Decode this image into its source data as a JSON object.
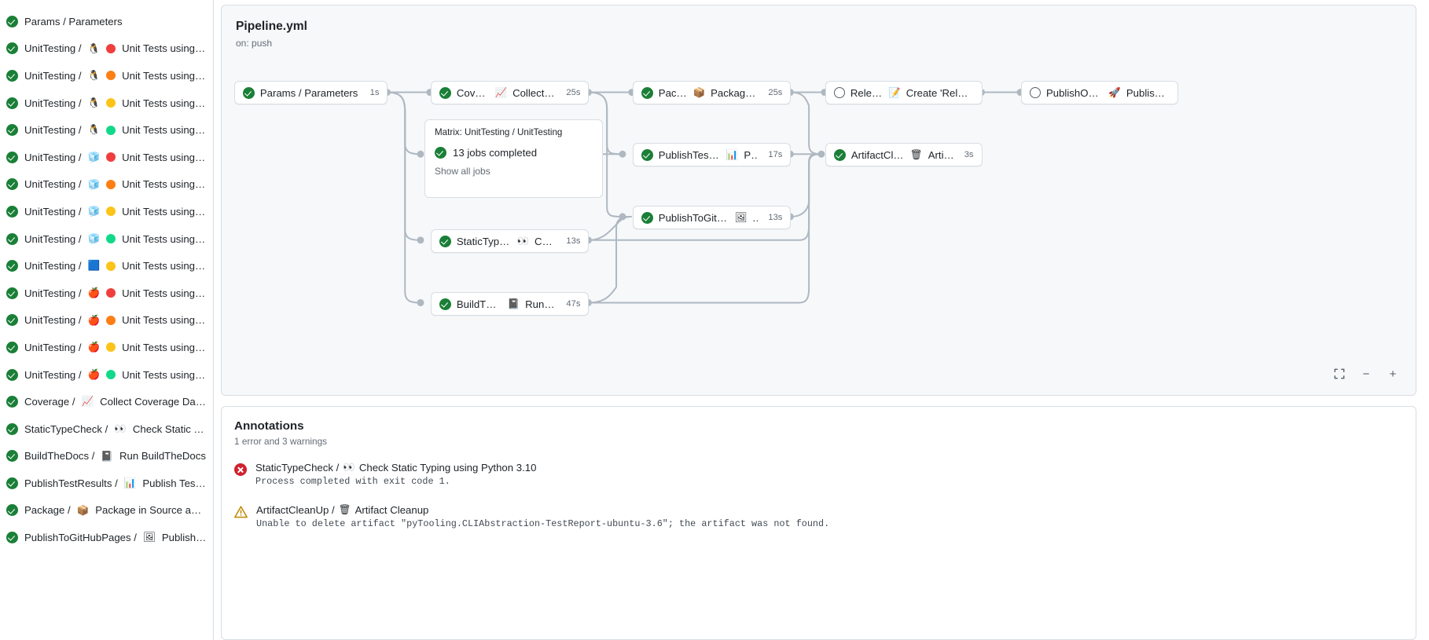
{
  "sidebar": {
    "jobs": [
      {
        "status": "success",
        "prefix": "Params / Parameters",
        "os_icon": "",
        "dot": "",
        "label": ""
      },
      {
        "status": "success",
        "prefix": "UnitTesting /",
        "os_icon": "🐧",
        "dot": "#f03e3e",
        "label": "Unit Tests using Pyth..."
      },
      {
        "status": "success",
        "prefix": "UnitTesting /",
        "os_icon": "🐧",
        "dot": "#fd7e14",
        "label": "Unit Tests using Pyth..."
      },
      {
        "status": "success",
        "prefix": "UnitTesting /",
        "os_icon": "🐧",
        "dot": "#fcc419",
        "label": "Unit Tests using Pyth..."
      },
      {
        "status": "success",
        "prefix": "UnitTesting /",
        "os_icon": "🐧",
        "dot": "#12d98a",
        "label": "Unit Tests using Pyth..."
      },
      {
        "status": "success",
        "prefix": "UnitTesting /",
        "os_icon": "🧊",
        "dot": "#f03e3e",
        "label": "Unit Tests using Pyth..."
      },
      {
        "status": "success",
        "prefix": "UnitTesting /",
        "os_icon": "🧊",
        "dot": "#fd7e14",
        "label": "Unit Tests using Pyth..."
      },
      {
        "status": "success",
        "prefix": "UnitTesting /",
        "os_icon": "🧊",
        "dot": "#fcc419",
        "label": "Unit Tests using Pyth..."
      },
      {
        "status": "success",
        "prefix": "UnitTesting /",
        "os_icon": "🧊",
        "dot": "#12d98a",
        "label": "Unit Tests using Pyth..."
      },
      {
        "status": "success",
        "prefix": "UnitTesting /",
        "os_icon": "🟦",
        "dot": "#fcc419",
        "label": "Unit Tests using Pyth..."
      },
      {
        "status": "success",
        "prefix": "UnitTesting /",
        "os_icon": "🍎",
        "dot": "#f03e3e",
        "label": "Unit Tests using Pyth..."
      },
      {
        "status": "success",
        "prefix": "UnitTesting /",
        "os_icon": "🍎",
        "dot": "#fd7e14",
        "label": "Unit Tests using Pyth..."
      },
      {
        "status": "success",
        "prefix": "UnitTesting /",
        "os_icon": "🍎",
        "dot": "#fcc419",
        "label": "Unit Tests using Pyth..."
      },
      {
        "status": "success",
        "prefix": "UnitTesting /",
        "os_icon": "🍎",
        "dot": "#12d98a",
        "label": "Unit Tests using Pyth..."
      },
      {
        "status": "success",
        "prefix": "Coverage /",
        "os_icon": "📈",
        "dot": "",
        "label": "Collect Coverage Data usi..."
      },
      {
        "status": "success",
        "prefix": "StaticTypeCheck /",
        "os_icon": "👀",
        "dot": "",
        "label": "Check Static Typing..."
      },
      {
        "status": "success",
        "prefix": "BuildTheDocs /",
        "os_icon": "📓",
        "dot": "",
        "label": "Run BuildTheDocs"
      },
      {
        "status": "success",
        "prefix": "PublishTestResults /",
        "os_icon": "📊",
        "dot": "",
        "label": "Publish Test Resu..."
      },
      {
        "status": "success",
        "prefix": "Package /",
        "os_icon": "📦",
        "dot": "",
        "label": "Package in Source and Wh..."
      },
      {
        "status": "success",
        "prefix": "PublishToGitHubPages /",
        "os_icon": "🖼",
        "dot": "",
        "label": "Publish to G..."
      }
    ]
  },
  "graph": {
    "title": "Pipeline.yml",
    "subtitle": "on: push",
    "nodes": [
      {
        "id": "params",
        "status": "success",
        "prefix": "Params / Parameters",
        "icon": "",
        "label": "",
        "duration": "1s"
      },
      {
        "id": "coverage",
        "status": "success",
        "prefix": "Coverage /",
        "icon": "📈",
        "label": "Collect Cove...",
        "duration": "25s"
      },
      {
        "id": "statictype",
        "status": "success",
        "prefix": "StaticTypeCheck /",
        "icon": "👀",
        "label": "Chec...",
        "duration": "13s"
      },
      {
        "id": "buildthedocs",
        "status": "success",
        "prefix": "BuildTheDocs /",
        "icon": "📓",
        "label": "Run Buil...",
        "duration": "47s"
      },
      {
        "id": "package",
        "status": "success",
        "prefix": "Package /",
        "icon": "📦",
        "label": "Package in So...",
        "duration": "25s"
      },
      {
        "id": "publishtest",
        "status": "success",
        "prefix": "PublishTestResults /",
        "icon": "📊",
        "label": "Pu...",
        "duration": "17s"
      },
      {
        "id": "publishpages",
        "status": "success",
        "prefix": "PublishToGitHubPages /",
        "icon": "🖼",
        "label": "...",
        "duration": "13s"
      },
      {
        "id": "release",
        "status": "skipped",
        "prefix": "Release /",
        "icon": "📝",
        "label": "Create 'Release P...",
        "duration": ""
      },
      {
        "id": "artifact",
        "status": "success",
        "prefix": "ArtifactCleanUp /",
        "icon": "🗑",
        "label": "Artifac...",
        "duration": "3s"
      },
      {
        "id": "pypi",
        "status": "skipped",
        "prefix": "PublishOnPyPI /",
        "icon": "🚀",
        "label": "Publish to ...",
        "duration": ""
      }
    ],
    "matrix": {
      "label": "Matrix: UnitTesting / UnitTesting",
      "jobs_completed": "13 jobs completed",
      "show_all": "Show all jobs"
    },
    "controls": {
      "fullscreen": "fullscreen-icon",
      "zoom_out": "−",
      "zoom_in": "+"
    }
  },
  "annotations": {
    "title": "Annotations",
    "summary": "1 error and 3 warnings",
    "items": [
      {
        "severity": "error",
        "job": "StaticTypeCheck /",
        "icon": "👀",
        "step": "Check Static Typing using Python 3.10",
        "detail": "Process completed with exit code 1."
      },
      {
        "severity": "warning",
        "job": "ArtifactCleanUp /",
        "icon": "🗑",
        "step": "Artifact Cleanup",
        "detail": "Unable to delete artifact \"pyTooling.CLIAbstraction-TestReport-ubuntu-3.6\"; the artifact was not found."
      }
    ]
  },
  "colors": {
    "success": "#1a7f37",
    "error": "#cf222e",
    "warning": "#bf8700",
    "edge": "#afb8c1"
  }
}
